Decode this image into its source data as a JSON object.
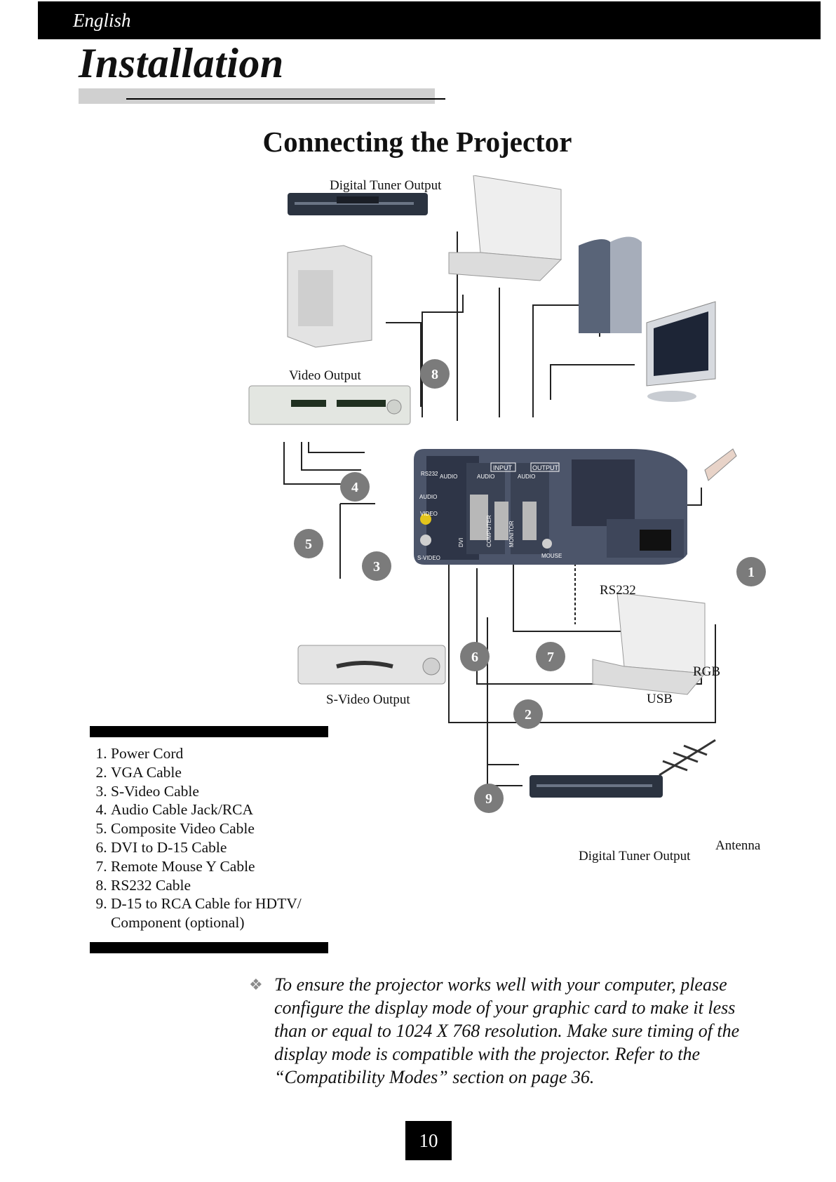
{
  "header": {
    "language": "English",
    "section": "Installation"
  },
  "page_heading": "Connecting the Projector",
  "diagram": {
    "labels": {
      "digital_tuner_output_top": "Digital Tuner Output",
      "video_output": "Video Output",
      "s_video_output": "S-Video Output",
      "rs232": "RS232",
      "rgb": "RGB",
      "usb": "USB",
      "antenna": "Antenna",
      "digital_tuner_output_bottom": "Digital Tuner Output"
    },
    "panel_labels": {
      "input": "INPUT",
      "output": "OUTPUT",
      "rs232": "RS232",
      "audio_1": "AUDIO",
      "audio_2": "AUDIO",
      "audio_3": "AUDIO",
      "audio_left": "AUDIO",
      "video": "VIDEO",
      "s_video": "S-VIDEO",
      "dvi": "DVI",
      "computer": "COMPUTER",
      "monitor": "MONITOR",
      "mouse": "MOUSE"
    },
    "badges": [
      "1",
      "2",
      "3",
      "4",
      "5",
      "6",
      "7",
      "8",
      "9"
    ]
  },
  "legend": {
    "items": [
      "Power Cord",
      "VGA Cable",
      "S-Video Cable",
      "Audio Cable Jack/RCA",
      "Composite Video Cable",
      "DVI to D-15 Cable",
      "Remote Mouse Y Cable",
      "RS232 Cable",
      "D-15 to RCA Cable for HDTV/ Component (optional)"
    ]
  },
  "note": {
    "bullet_icon": "diamond-bullet-icon",
    "text": "To ensure the projector works well with your computer, please configure the display mode of your graphic card to make it less than or equal to 1024 X 768 resolution. Make sure timing of the display mode is compatible with the projector.  Refer to the “Compatibility Modes” section on page 36."
  },
  "page_number": "10"
}
